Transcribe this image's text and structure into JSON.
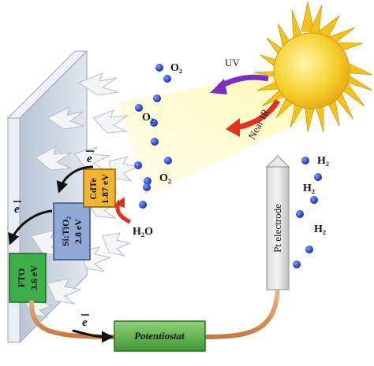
{
  "diagram": {
    "light": {
      "uv_label": "UV",
      "nir_label": "Near IR"
    },
    "molecules": {
      "o2_label": "O₂",
      "h2_label": "H₂",
      "h2o_label": "H₂O"
    },
    "electron_label": "e",
    "layers": {
      "fto": {
        "name": "FTO",
        "gap": "3.6 eV"
      },
      "sitio2": {
        "name": "Si:TiO₂",
        "gap": "2.8 eV"
      },
      "cdte": {
        "name": "CdTe",
        "gap": "1.87 eV"
      }
    },
    "pt_electrode_label": "Pt electrode",
    "potentiostat_label": "Potentiostat",
    "colors": {
      "fto": "#3fae49",
      "sitio2": "#8fa8d8",
      "cdte": "#f2b531",
      "uv_arrow": "#7b2fbf",
      "nir_arrow": "#e0321e",
      "molecule": "#1f3fcf",
      "sun": "#f5c21b",
      "potentiostat": "#5cb84a",
      "wire": "#d9955a"
    }
  }
}
